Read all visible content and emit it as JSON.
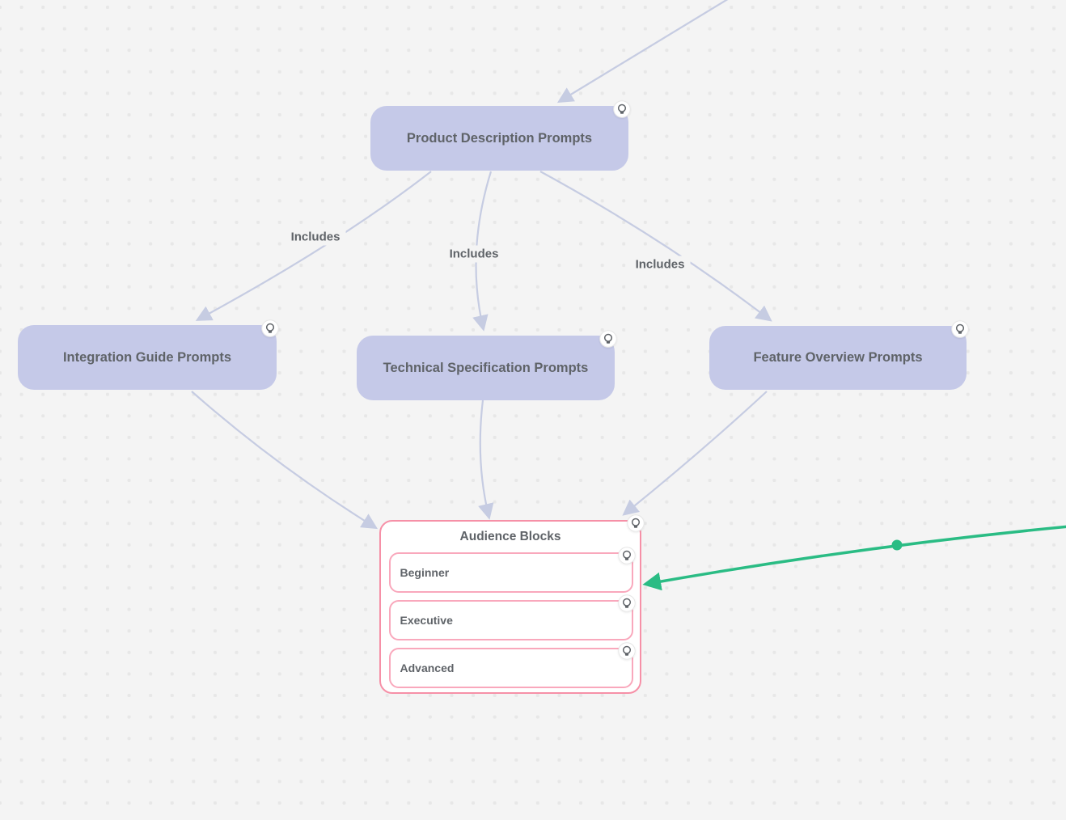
{
  "colors": {
    "canvas_bg": "#f4f4f4",
    "canvas_dot": "#e7e7e7",
    "node_fill": "#c5c9e8",
    "node_text": "#5f6368",
    "edge_gray": "#c6cce2",
    "edge_green": "#2abc84",
    "container_border": "#f690a7",
    "item_border": "#f9a8bc",
    "badge_bg": "#ffffff",
    "badge_ring": "#e6e6e6",
    "badge_glyph": "#5f6368"
  },
  "nodes": [
    {
      "id": "product-description",
      "label": "Product Description Prompts",
      "icon": "lightbulb-icon"
    },
    {
      "id": "integration-guide",
      "label": "Integration Guide Prompts",
      "icon": "lightbulb-icon"
    },
    {
      "id": "technical-specification",
      "label": "Technical Specification Prompts",
      "icon": "lightbulb-icon"
    },
    {
      "id": "feature-overview",
      "label": "Feature Overview Prompts",
      "icon": "lightbulb-icon"
    }
  ],
  "edge_labels": [
    {
      "id": "includes-left",
      "text": "Includes"
    },
    {
      "id": "includes-middle",
      "text": "Includes"
    },
    {
      "id": "includes-right",
      "text": "Includes"
    }
  ],
  "audience_container": {
    "title": "Audience Blocks",
    "icon": "lightbulb-icon",
    "items": [
      {
        "label": "Beginner",
        "icon": "lightbulb-icon"
      },
      {
        "label": "Executive",
        "icon": "lightbulb-icon"
      },
      {
        "label": "Advanced",
        "icon": "lightbulb-icon"
      }
    ]
  }
}
